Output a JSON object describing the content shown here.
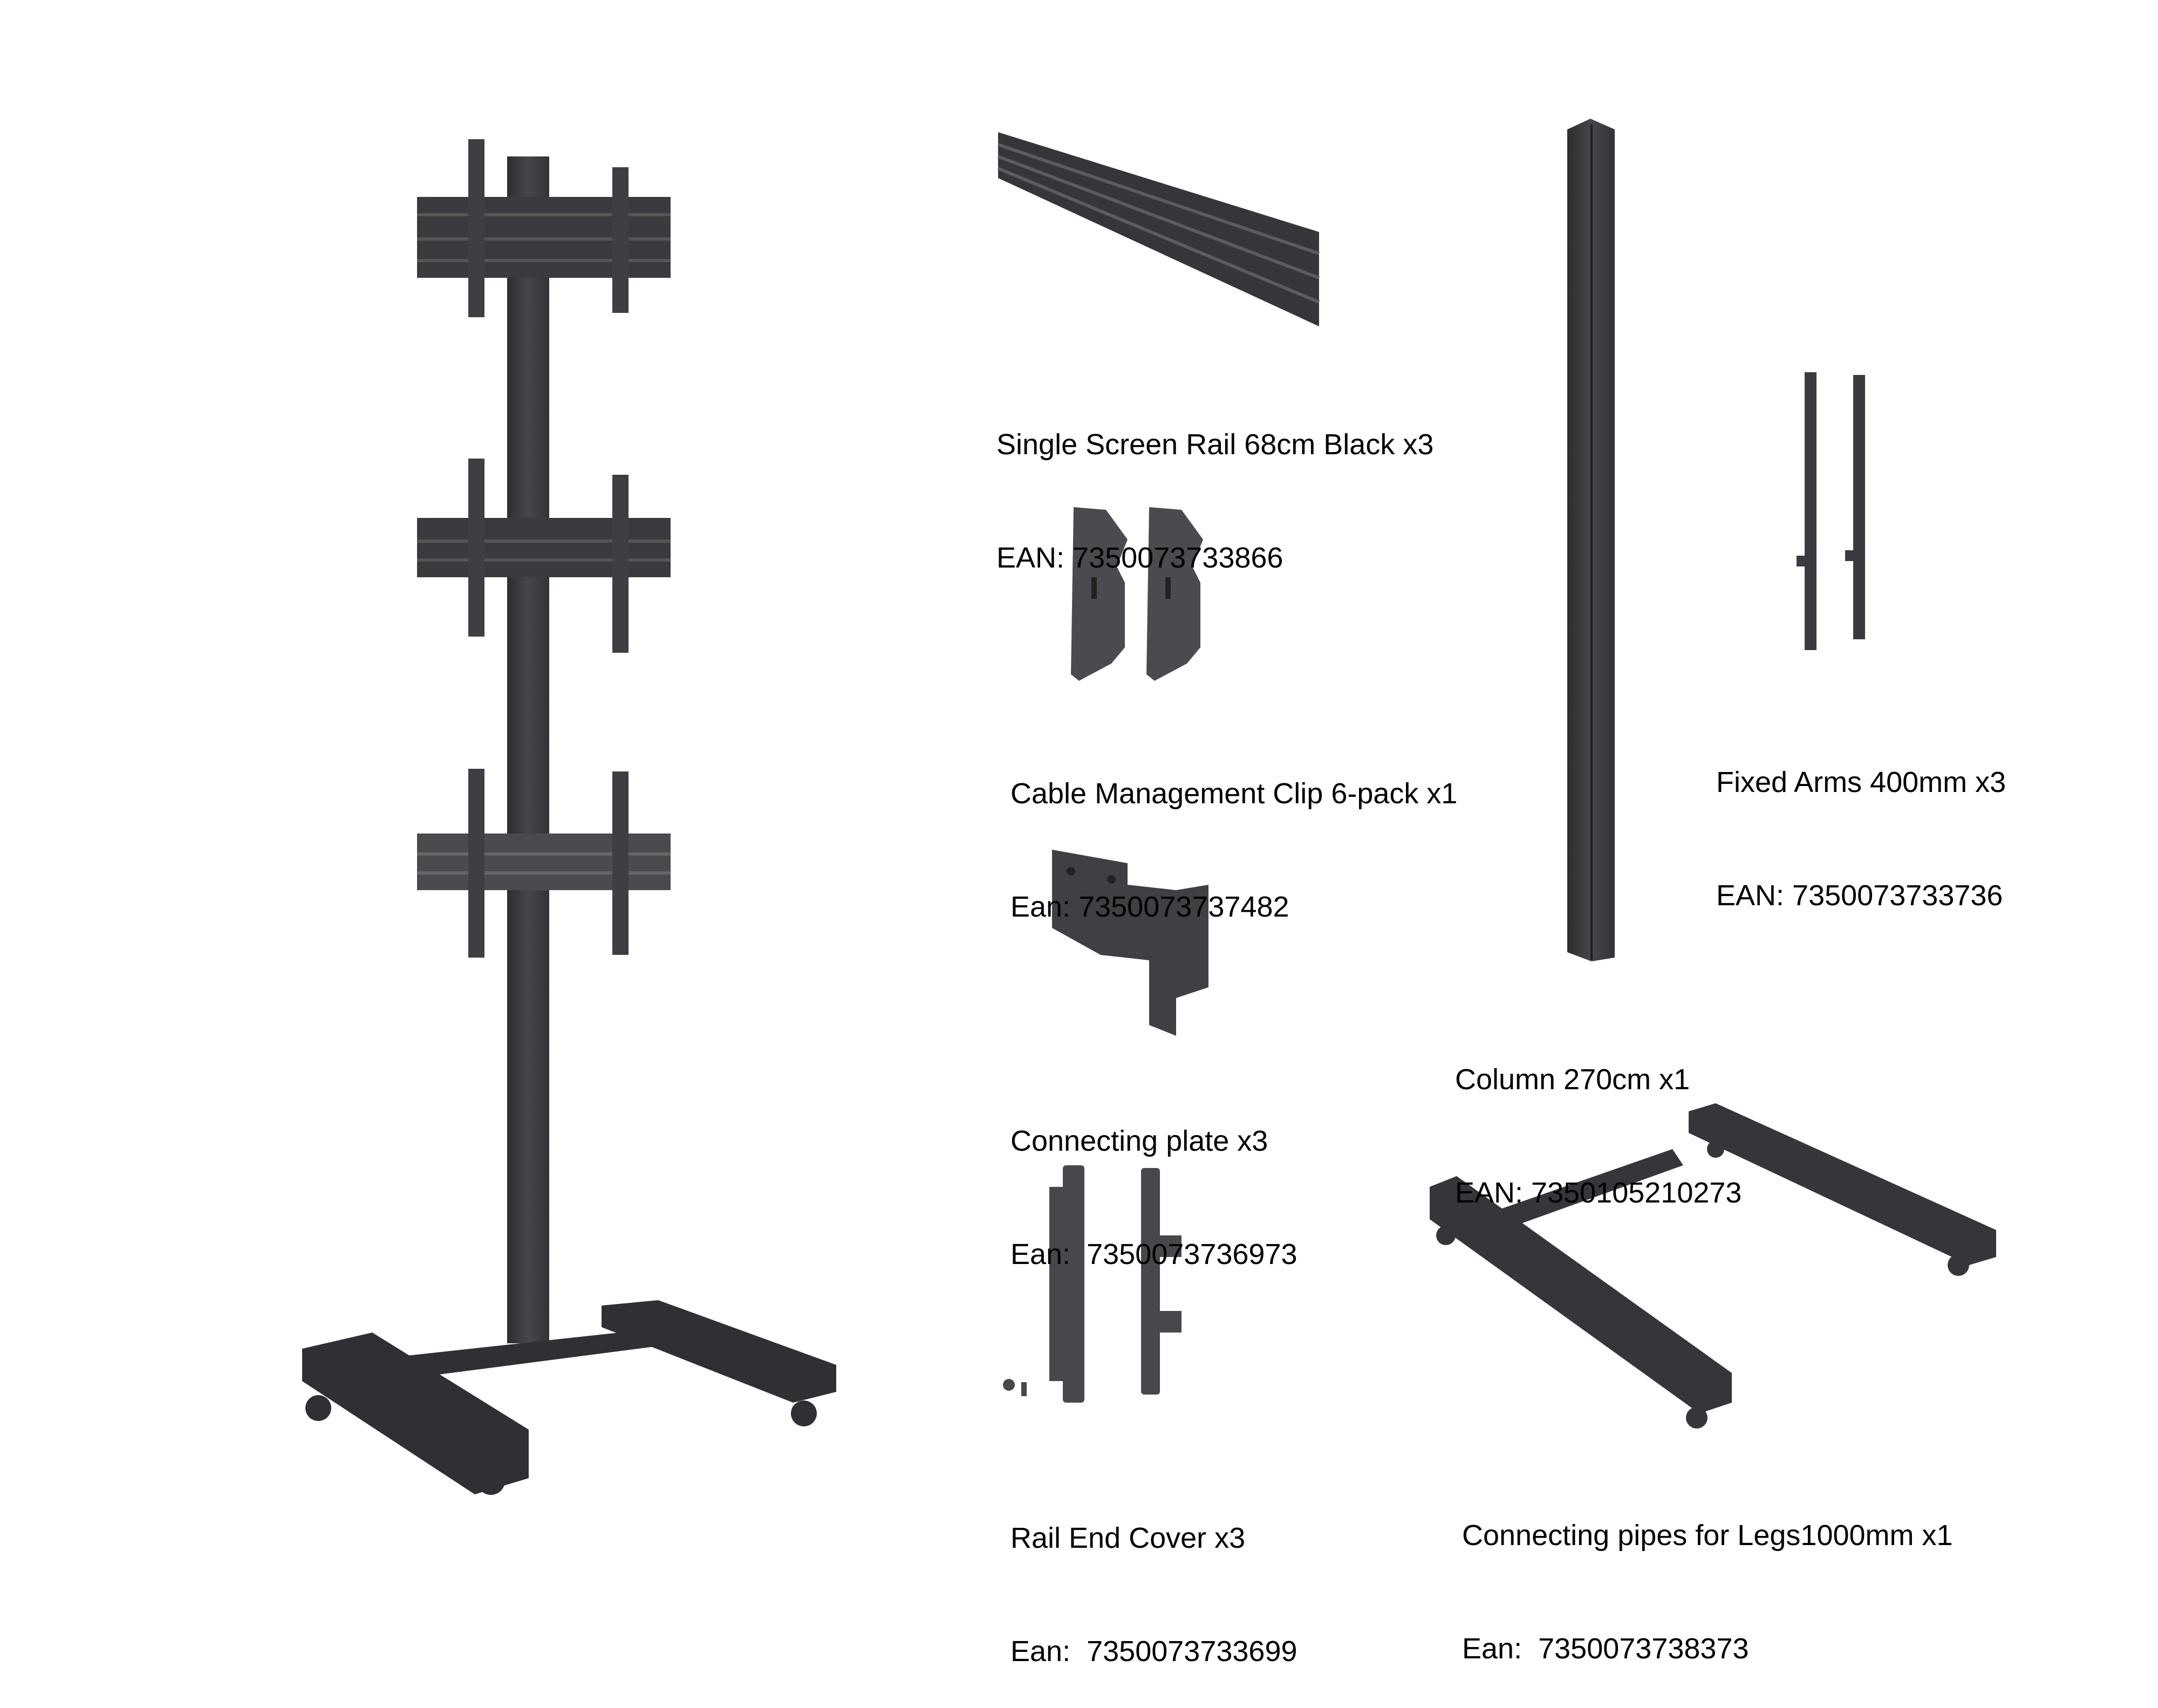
{
  "colors": {
    "metal_dark": "#2e2f31",
    "metal_mid": "#3c3d40",
    "metal_light": "#55575a",
    "background": "#ffffff"
  },
  "products": [
    {
      "name": "Single Screen Rail 68cm Black x3",
      "code": "EAN: 7350073733866"
    },
    {
      "name": "Cable Management Clip 6-pack x1",
      "code": "Ean: 7350073737482"
    },
    {
      "name": "Connecting plate x3",
      "code": "Ean:  7350073736973"
    },
    {
      "name": "Rail End Cover x3",
      "code": "Ean:  7350073733699"
    },
    {
      "name": "Column 270cm x1",
      "code": "EAN: 7350105210273"
    },
    {
      "name": "Fixed Arms 400mm x3",
      "code": "EAN: 7350073733736"
    },
    {
      "name": "Connecting pipes for Legs1000mm x1",
      "code": "Ean:  7350073738373"
    }
  ]
}
